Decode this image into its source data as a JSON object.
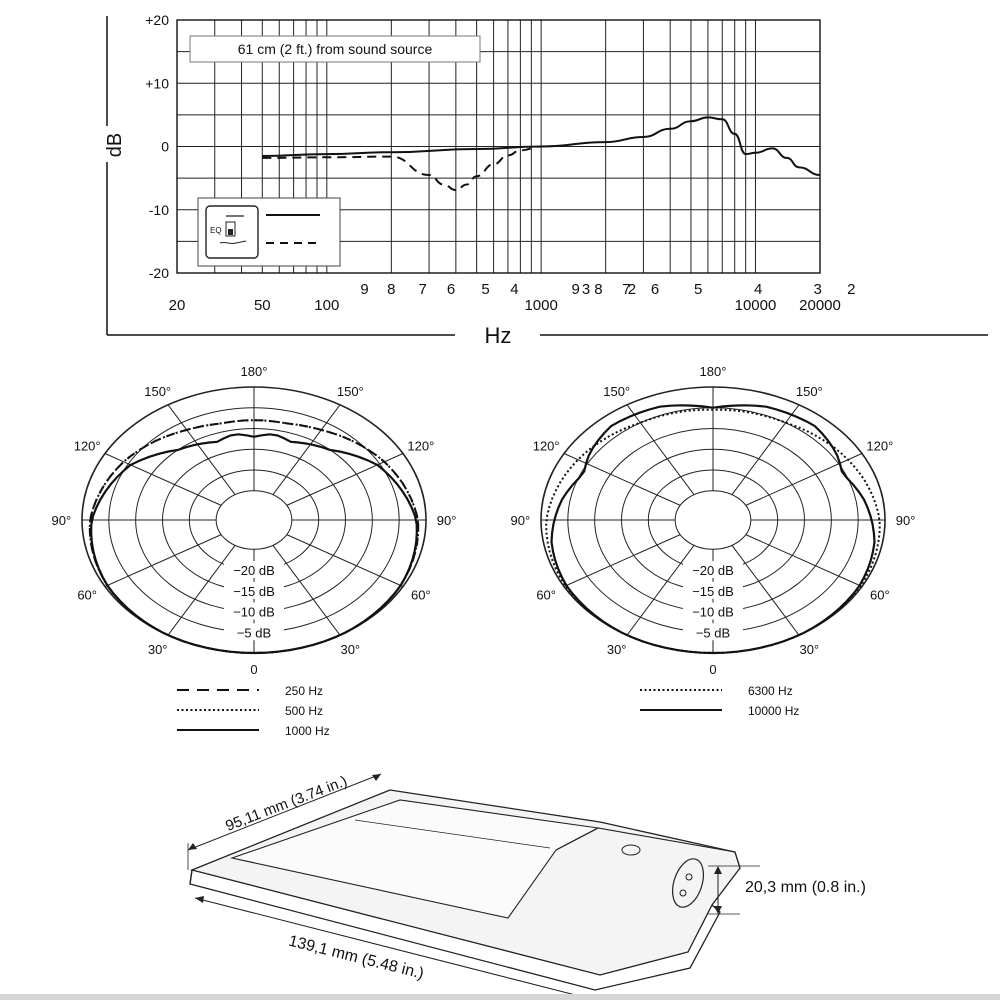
{
  "chart_data": [
    {
      "type": "line",
      "title": "",
      "annotation": "61 cm (2 ft.) from sound source",
      "xlabel": "Hz",
      "ylabel": "dB",
      "xscale": "log",
      "xlim": [
        20,
        20000
      ],
      "ylim": [
        -20,
        20
      ],
      "y_ticks": [
        "+20",
        "+10",
        "0",
        "-10",
        "-20"
      ],
      "x_tick_labels": [
        "20",
        "50",
        "100",
        "1000",
        "10000",
        "20000"
      ],
      "x_tick_values": [
        20,
        50,
        100,
        1000,
        10000,
        20000
      ],
      "x_minor_labels": [
        {
          "text": "9",
          "x": 150
        },
        {
          "text": "8",
          "x": 200
        },
        {
          "text": "7",
          "x": 280
        },
        {
          "text": "6",
          "x": 380
        },
        {
          "text": "5",
          "x": 550
        },
        {
          "text": "4",
          "x": 750
        },
        {
          "text": "9",
          "x": 1450
        },
        {
          "text": "3",
          "x": 1620
        },
        {
          "text": "8",
          "x": 1850
        },
        {
          "text": "7",
          "x": 2500
        },
        {
          "text": "2",
          "x": 2650
        },
        {
          "text": "6",
          "x": 3400
        },
        {
          "text": "5",
          "x": 5400
        },
        {
          "text": "4",
          "x": 10300
        },
        {
          "text": "3",
          "x": 19500
        },
        {
          "text": "2",
          "x": 28000
        }
      ],
      "grid": true,
      "legend_position": "bottom-left",
      "legend_box_label": "EQ",
      "series": [
        {
          "style": "solid",
          "x": [
            50,
            100,
            200,
            500,
            1000,
            2000,
            3000,
            4000,
            5000,
            6000,
            7000,
            8000,
            9000,
            10000,
            12000,
            14000,
            16000,
            20000
          ],
          "y": [
            -1.5,
            -1.2,
            -0.9,
            -0.4,
            0,
            0.7,
            1.5,
            2.8,
            4.0,
            4.6,
            4.3,
            2.0,
            -1.2,
            -1.0,
            -0.3,
            -1.8,
            -3.3,
            -4.5
          ]
        },
        {
          "style": "dashed",
          "x": [
            50,
            100,
            200,
            300,
            350,
            400,
            450,
            500,
            600,
            700,
            800,
            1000
          ],
          "y": [
            -1.8,
            -1.7,
            -1.6,
            -4.5,
            -6.0,
            -6.9,
            -6.0,
            -4.7,
            -2.8,
            -1.4,
            -0.6,
            0
          ]
        }
      ]
    },
    {
      "type": "polar",
      "angle_labels": [
        "180°",
        "150°",
        "150°",
        "120°",
        "120°",
        "90°",
        "90°",
        "60°",
        "60°",
        "30°",
        "30°",
        "0"
      ],
      "angle_values": [
        180,
        150,
        210,
        120,
        240,
        90,
        270,
        60,
        300,
        30,
        330,
        0
      ],
      "ring_labels": [
        "−20 dB",
        "−15 dB",
        "−10 dB",
        "−5 dB"
      ],
      "ring_values": [
        -20,
        -15,
        -10,
        -5
      ],
      "rlim": [
        -25,
        0
      ],
      "series": [
        {
          "name": "250 Hz",
          "style": "dashed",
          "angles": [
            0,
            30,
            60,
            90,
            120,
            150,
            165,
            180
          ],
          "values": [
            0,
            0,
            -0.5,
            -1.5,
            -4,
            -7,
            -8,
            -8
          ]
        },
        {
          "name": "500 Hz",
          "style": "dotted",
          "angles": [
            0,
            30,
            60,
            90,
            120,
            150,
            165,
            180
          ],
          "values": [
            0,
            0,
            -0.5,
            -1.5,
            -4,
            -7,
            -8,
            -8
          ]
        },
        {
          "name": "1000 Hz",
          "style": "solid",
          "angles": [
            0,
            30,
            60,
            90,
            120,
            140,
            160,
            170,
            180
          ],
          "values": [
            0,
            0,
            -0.5,
            -1.8,
            -5.5,
            -10,
            -12,
            -11,
            -12
          ]
        }
      ]
    },
    {
      "type": "polar",
      "angle_labels": [
        "180°",
        "150°",
        "150°",
        "120°",
        "120°",
        "90°",
        "90°",
        "60°",
        "60°",
        "30°",
        "30°",
        "0"
      ],
      "angle_values": [
        180,
        150,
        210,
        120,
        240,
        90,
        270,
        60,
        300,
        30,
        330,
        0
      ],
      "ring_labels": [
        "−20 dB",
        "−15 dB",
        "−10 dB",
        "−5 dB"
      ],
      "ring_values": [
        -20,
        -15,
        -10,
        -5
      ],
      "rlim": [
        -25,
        0
      ],
      "series": [
        {
          "name": "6300 Hz",
          "style": "dotted",
          "angles": [
            0,
            30,
            60,
            90,
            120,
            150,
            180
          ],
          "values": [
            0,
            0,
            -0.3,
            -1.0,
            -3,
            -5,
            -5.5
          ]
        },
        {
          "name": "10000 Hz",
          "style": "solid",
          "angles": [
            0,
            30,
            60,
            80,
            100,
            115,
            125,
            140,
            160,
            180
          ],
          "values": [
            0,
            0,
            -0.5,
            -1.5,
            -3.5,
            -5.5,
            -4.0,
            -2.5,
            -3.0,
            -5.0
          ]
        }
      ]
    }
  ],
  "dimensions": {
    "width": "95,11 mm (3.74 in.)",
    "length": "139,1 mm (5.48 in.)",
    "height": "20,3 mm (0.8 in.)"
  }
}
